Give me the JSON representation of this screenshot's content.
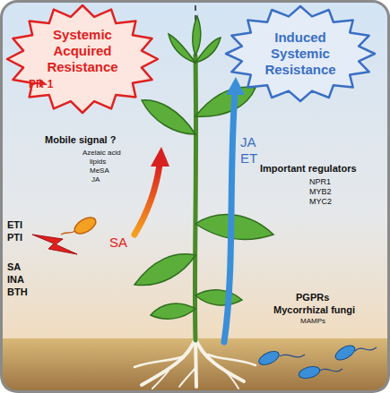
{
  "diagram": {
    "nodes": [
      {
        "text": [
          "Systemic Acquired Resistance",
          "PR-1"
        ]
      },
      {
        "text": [
          "Induced Systemic Resistance"
        ]
      }
    ],
    "labels": [
      "JA",
      "ET",
      "Mobile signal ?",
      "Azelaic acid",
      "lipids",
      "MeSA",
      "JA",
      "Important regulators",
      "NPR1",
      "MYB2",
      "MYC2",
      "ETI",
      "PTI",
      "SA",
      "INA",
      "BTH",
      "SA",
      "PGPRs",
      "Mycorrhizal fungi",
      "MAMPs"
    ]
  }
}
